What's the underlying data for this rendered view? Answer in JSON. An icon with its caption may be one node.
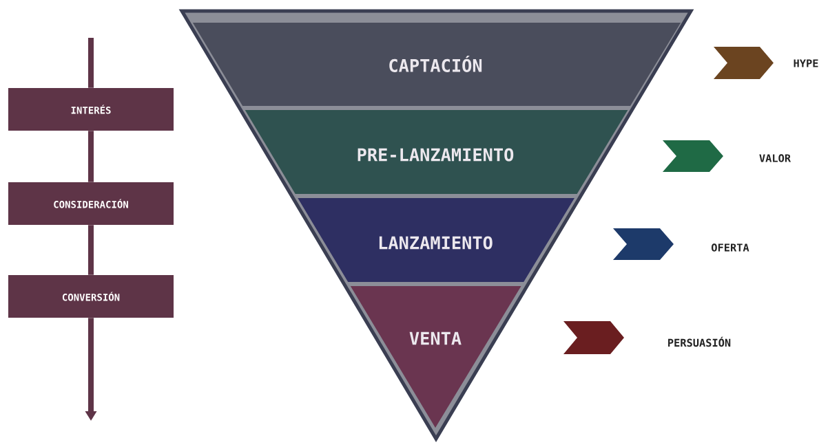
{
  "diagram": {
    "nodes": [
      {
        "text": [
          "INTERÉS"
        ]
      },
      {
        "text": [
          "CONSIDERACIÓN"
        ]
      },
      {
        "text": [
          "CONVERSIÓN"
        ]
      },
      {
        "text": [
          "CAPTACIÓN"
        ]
      },
      {
        "text": [
          "PRE-LANZAMIENTO"
        ]
      },
      {
        "text": [
          "LANZAMIENTO"
        ]
      },
      {
        "text": [
          "VENTA"
        ]
      }
    ],
    "edges": [
      {
        "from": null,
        "to": 0,
        "arrow": "none"
      },
      {
        "from": 0,
        "to": 1,
        "arrow": "none"
      },
      {
        "from": 1,
        "to": 2,
        "arrow": "none"
      },
      {
        "from": 2,
        "to": null,
        "arrow": "to"
      }
    ],
    "labels": [
      "HYPE",
      "VALOR",
      "OFERTA",
      "PERSUASIÓN"
    ]
  }
}
